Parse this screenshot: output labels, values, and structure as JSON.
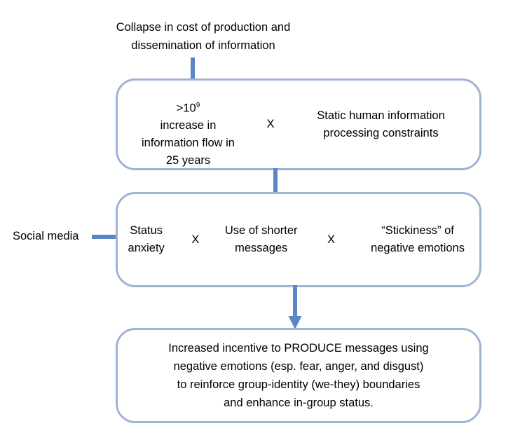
{
  "diagram": {
    "headline": "Collapse in cost of production and\ndissemination of information",
    "side_input_label": "Social media",
    "multiply_symbol": "X",
    "accent_border_color": "#9fb4d4",
    "accent_arrow_color": "#5b85c5",
    "background_color": "#ffffff",
    "text_color": "#000000",
    "boxes": [
      {
        "id": "box-1",
        "factors": [
          {
            "text": "increase in\ninformation flow in\n25 years",
            "prefix": ">10",
            "superscript": "9"
          },
          {
            "text": "Static human information\nprocessing constraints"
          }
        ]
      },
      {
        "id": "box-2",
        "factors": [
          {
            "text": "Status\nanxiety"
          },
          {
            "text": "Use of shorter\nmessages"
          },
          {
            "text": "“Stickiness” of\nnegative emotions"
          }
        ]
      },
      {
        "id": "box-3",
        "outcome": "Increased incentive to PRODUCE messages using\nnegative emotions (esp. fear, anger, and disgust)\nto reinforce group-identity (we-they) boundaries\nand enhance in-group status."
      }
    ],
    "arrows": [
      {
        "name": "arrow-headline-to-box1",
        "direction": "down"
      },
      {
        "name": "arrow-box1-to-box2",
        "direction": "down"
      },
      {
        "name": "arrow-box2-to-box3",
        "direction": "down"
      },
      {
        "name": "arrow-social-media-to-box2",
        "direction": "right"
      }
    ]
  }
}
